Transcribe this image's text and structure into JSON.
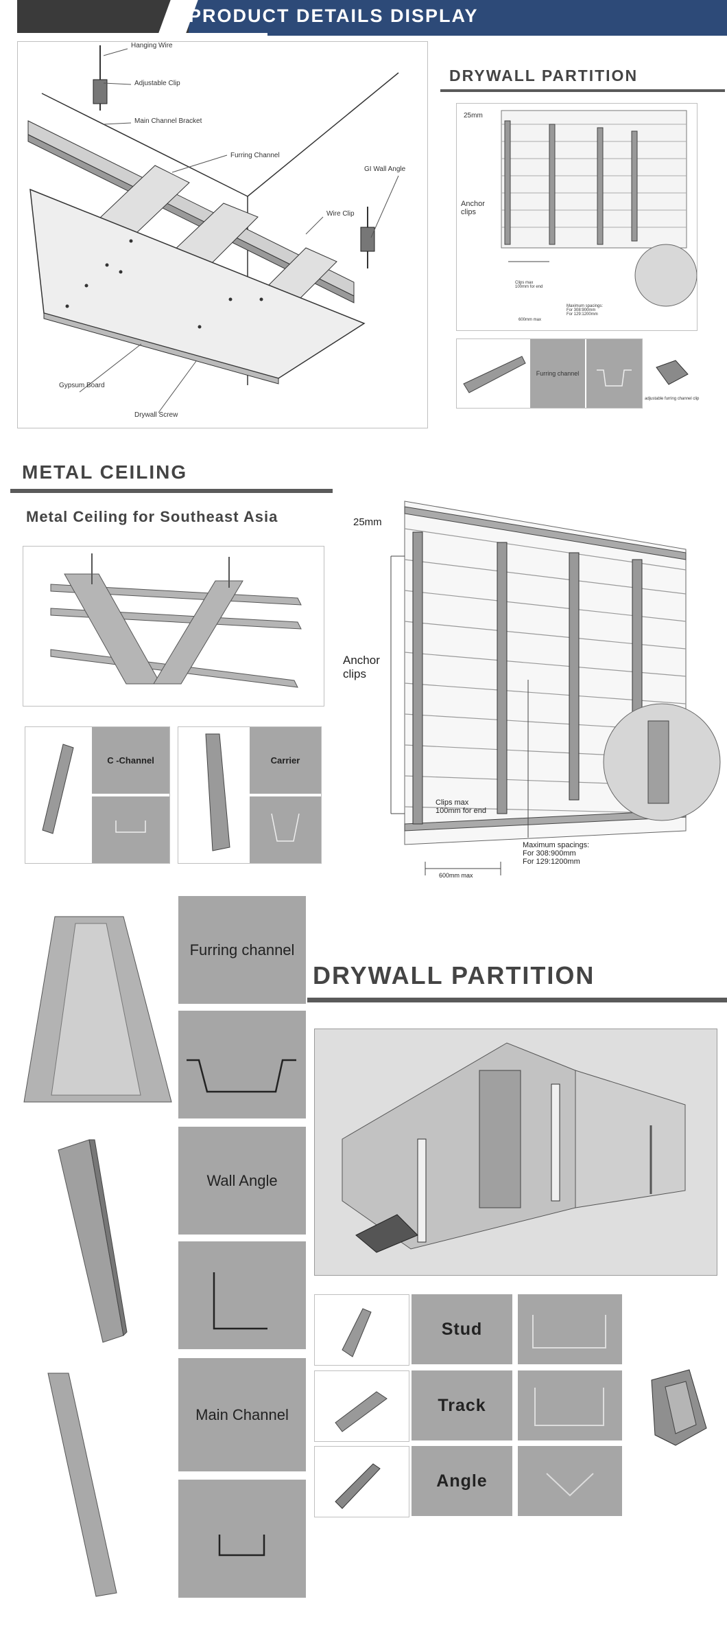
{
  "header": {
    "title": "PRODUCT DETAILS DISPLAY"
  },
  "ceiling_diagram": {
    "labels": {
      "hanging_wire": "Hanging Wire",
      "adjustable_clip": "Adjustable Clip",
      "main_channel_bracket": "Main Channel Bracket",
      "furring_channel": "Furring Channel",
      "gi_wall_angle": "GI Wall Angle",
      "wire_clip": "Wire Clip",
      "gypsum_board": "Gypsum Board",
      "drywall_screw": "Drywall Screw"
    }
  },
  "drywall_top": {
    "title": "DRYWALL PARTITION",
    "dim_25": "25mm",
    "anchor_clips": "Anchor\nclips",
    "clips_max": "Clips max\n100mm for end",
    "max_spacing": "Maximum spacings:\nFor 308:900mm\nFor 129:1200mm",
    "span": "600mm max",
    "furring_label": "Furring channel",
    "clip_caption": "adjustable furring channel clip"
  },
  "metal_ceiling": {
    "title": "METAL CEILING",
    "subtitle": "Metal Ceiling for Southeast Asia",
    "c_channel": "C -Channel",
    "carrier": "Carrier"
  },
  "anchor_diagram": {
    "dim_25": "25mm",
    "anchor_clips": "Anchor\nclips",
    "clips_max": "Clips max\n100mm for end",
    "max_spacing": "Maximum spacings:\nFor 308:900mm\nFor 129:1200mm",
    "span": "600mm max"
  },
  "profiles": {
    "furring_channel": "Furring channel",
    "wall_angle": "Wall Angle",
    "main_channel": "Main Channel"
  },
  "drywall_bottom": {
    "title": "DRYWALL PARTITION",
    "stud": "Stud",
    "track": "Track",
    "angle": "Angle"
  }
}
